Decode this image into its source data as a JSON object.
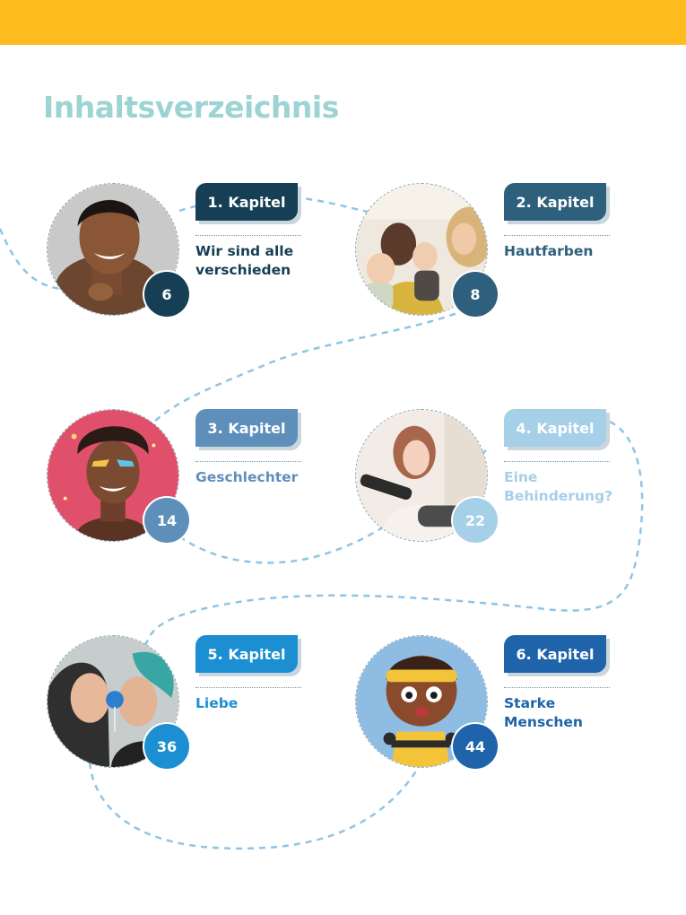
{
  "page": {
    "title": "Inhaltsverzeichnis",
    "accent_color": "#fdbb1e",
    "title_color": "#9cd3d3",
    "path_color": "#8ec5e6"
  },
  "chapters": [
    {
      "label": "1. Kapitel",
      "title_lines": [
        "Wir sind alle",
        "verschieden"
      ],
      "page": "6",
      "color": "#163f55",
      "photo": "smiling-woman-photo"
    },
    {
      "label": "2. Kapitel",
      "title_lines": [
        "Hautfarben"
      ],
      "page": "8",
      "color": "#2e5f7c",
      "photo": "family-photo"
    },
    {
      "label": "3. Kapitel",
      "title_lines": [
        "Geschlechter"
      ],
      "page": "14",
      "color": "#5e8fba",
      "photo": "person-with-glitter-photo"
    },
    {
      "label": "4. Kapitel",
      "title_lines": [
        "Eine",
        "Behinderung?"
      ],
      "page": "22",
      "color": "#a6cfe8",
      "photo": "girl-with-prosthetic-arm-photo"
    },
    {
      "label": "5. Kapitel",
      "title_lines": [
        "Liebe"
      ],
      "page": "36",
      "color": "#1b8fd2",
      "photo": "couple-kissing-photo"
    },
    {
      "label": "6. Kapitel",
      "title_lines": [
        "Starke",
        "Menschen"
      ],
      "page": "44",
      "color": "#1f64aa",
      "photo": "cartoon-superhero-boy-illustration"
    }
  ]
}
